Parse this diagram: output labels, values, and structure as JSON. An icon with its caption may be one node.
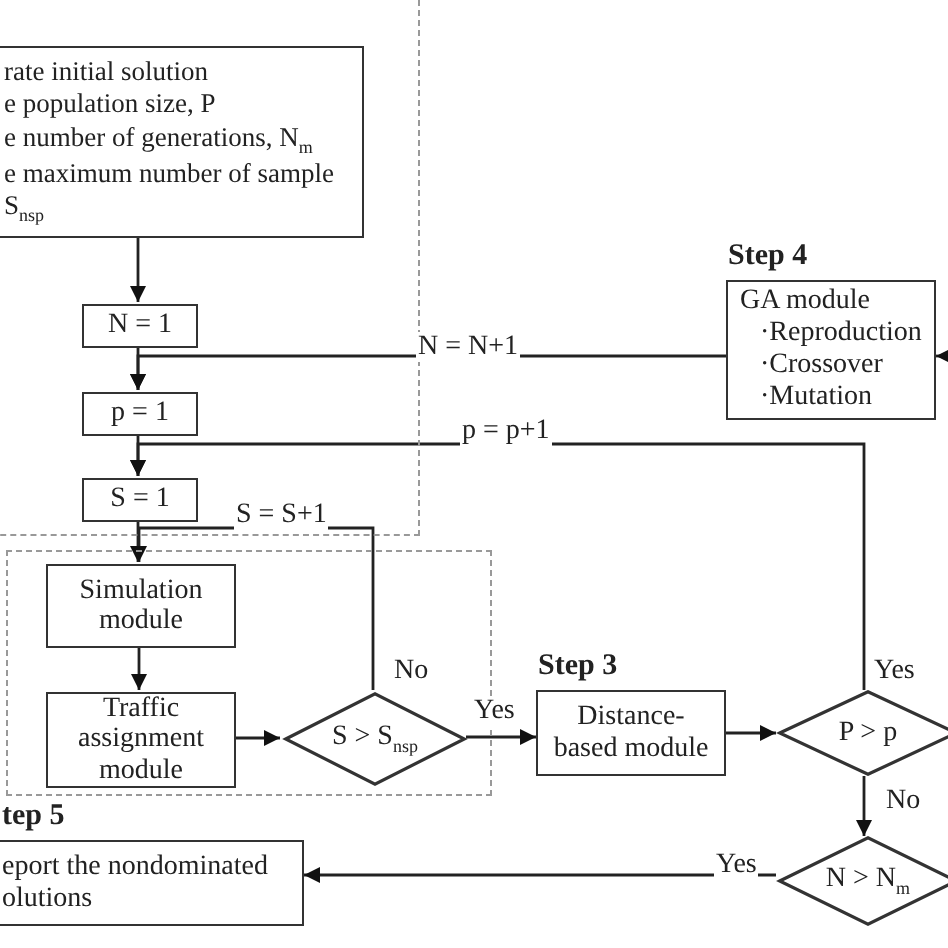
{
  "diagram": {
    "nodes": [
      {
        "text": [],
        "shape": "box"
      },
      {
        "text": [
          "rate initial solution",
          "e population size, P",
          "e number of generations, N$_{m}$",
          "e maximum number of sample S$_{nsp}$"
        ],
        "in": 0
      },
      {
        "text": [
          "N = 1"
        ],
        "in": 0
      },
      {
        "text": [
          "Step 4",
          "GA module",
          "·Reproduction",
          "·Crossover",
          "·Mutation"
        ]
      },
      {
        "text": [
          "p = 1"
        ],
        "in": 0
      },
      {
        "text": [
          "S = 1"
        ],
        "in": 0
      },
      {
        "text": [],
        "shape": "box"
      },
      {
        "text": [
          "Simulation module"
        ],
        "in": 6
      },
      {
        "text": [
          "Traffic assignment module"
        ],
        "in": 6
      },
      {
        "text": [
          "S > S$_{nsp}$"
        ],
        "in": 6
      },
      {
        "text": [
          "Step 3",
          "Distance-based module"
        ]
      },
      {
        "text": [
          "P > p"
        ]
      },
      {
        "text": [
          "N > N$_{m}$"
        ]
      },
      {
        "text": [
          "tep 5",
          "eport the nondominated olutions"
        ]
      }
    ],
    "edges": [
      {
        "from": 1,
        "to": 2,
        "arrow": "to"
      },
      {
        "from": 2,
        "to": 4,
        "arrow": "to"
      },
      {
        "from": 4,
        "to": 5,
        "arrow": "to"
      },
      {
        "from": 5,
        "to": 7,
        "arrow": "to"
      },
      {
        "from": 7,
        "to": 8,
        "arrow": "to"
      },
      {
        "from": 8,
        "to": 9,
        "arrow": "to"
      },
      {
        "from": 9,
        "to": 7,
        "arrow": "to",
        "label": "S = S+1"
      },
      {
        "from": 9,
        "to": 10,
        "arrow": "to",
        "label": "Yes"
      },
      {
        "from": 10,
        "to": 11,
        "arrow": "to"
      },
      {
        "from": 11,
        "to": 5,
        "arrow": "to",
        "label": "p = p+1"
      },
      {
        "from": 11,
        "to": 12,
        "arrow": "to",
        "label": "No"
      },
      {
        "from": 12,
        "to": 13,
        "arrow": "to",
        "label": "Yes"
      },
      {
        "from": 3,
        "to": 4,
        "arrow": "to",
        "label": "N = N+1"
      },
      {
        "from": null,
        "to": 3,
        "arrow": "to"
      }
    ],
    "labels": [
      "No",
      "Yes"
    ]
  }
}
